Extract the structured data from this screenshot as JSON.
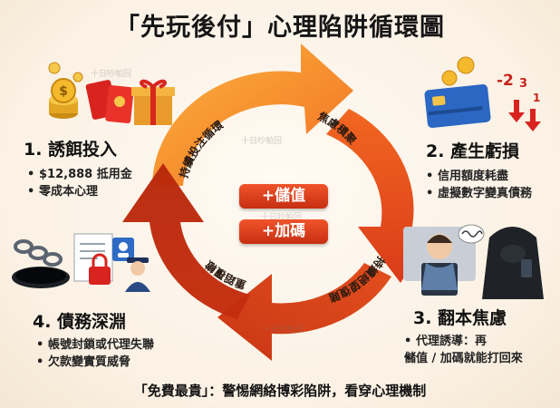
{
  "title": "「先玩後付」心理陷阱循環圖",
  "cycle": {
    "arrow_labels": [
      "持續投注循環",
      "焦慮積聚",
      "持續絕望復賭",
      "重蹈覆轍"
    ],
    "center_badges": [
      "+儲值",
      "+加碼"
    ]
  },
  "stages": [
    {
      "title": "1. 誘餌投入",
      "bullets": [
        "$12,888 抵用金",
        "零成本心理"
      ]
    },
    {
      "title": "2. 產生虧損",
      "bullets": [
        "信用額度耗盡",
        "虛擬數字變真債務"
      ]
    },
    {
      "title": "3. 翻本焦慮",
      "bullets": [
        "代理誘導：再",
        "儲值 / 加碼就能打回來"
      ]
    },
    {
      "title": "4. 債務深淵",
      "bullets": [
        "帳號封鎖或代理失聯",
        "欠款變實質威脅"
      ]
    }
  ],
  "loss_numbers": [
    "-2",
    "3",
    "1"
  ],
  "footer": "「免費最貴」：警惕網絡博彩陷阱，看穿心理機制",
  "colors": {
    "arrow_orange": "#f47a1e",
    "arrow_red": "#d93a14",
    "arrow_dark": "#b82a0e",
    "badge": "#d83c18"
  }
}
